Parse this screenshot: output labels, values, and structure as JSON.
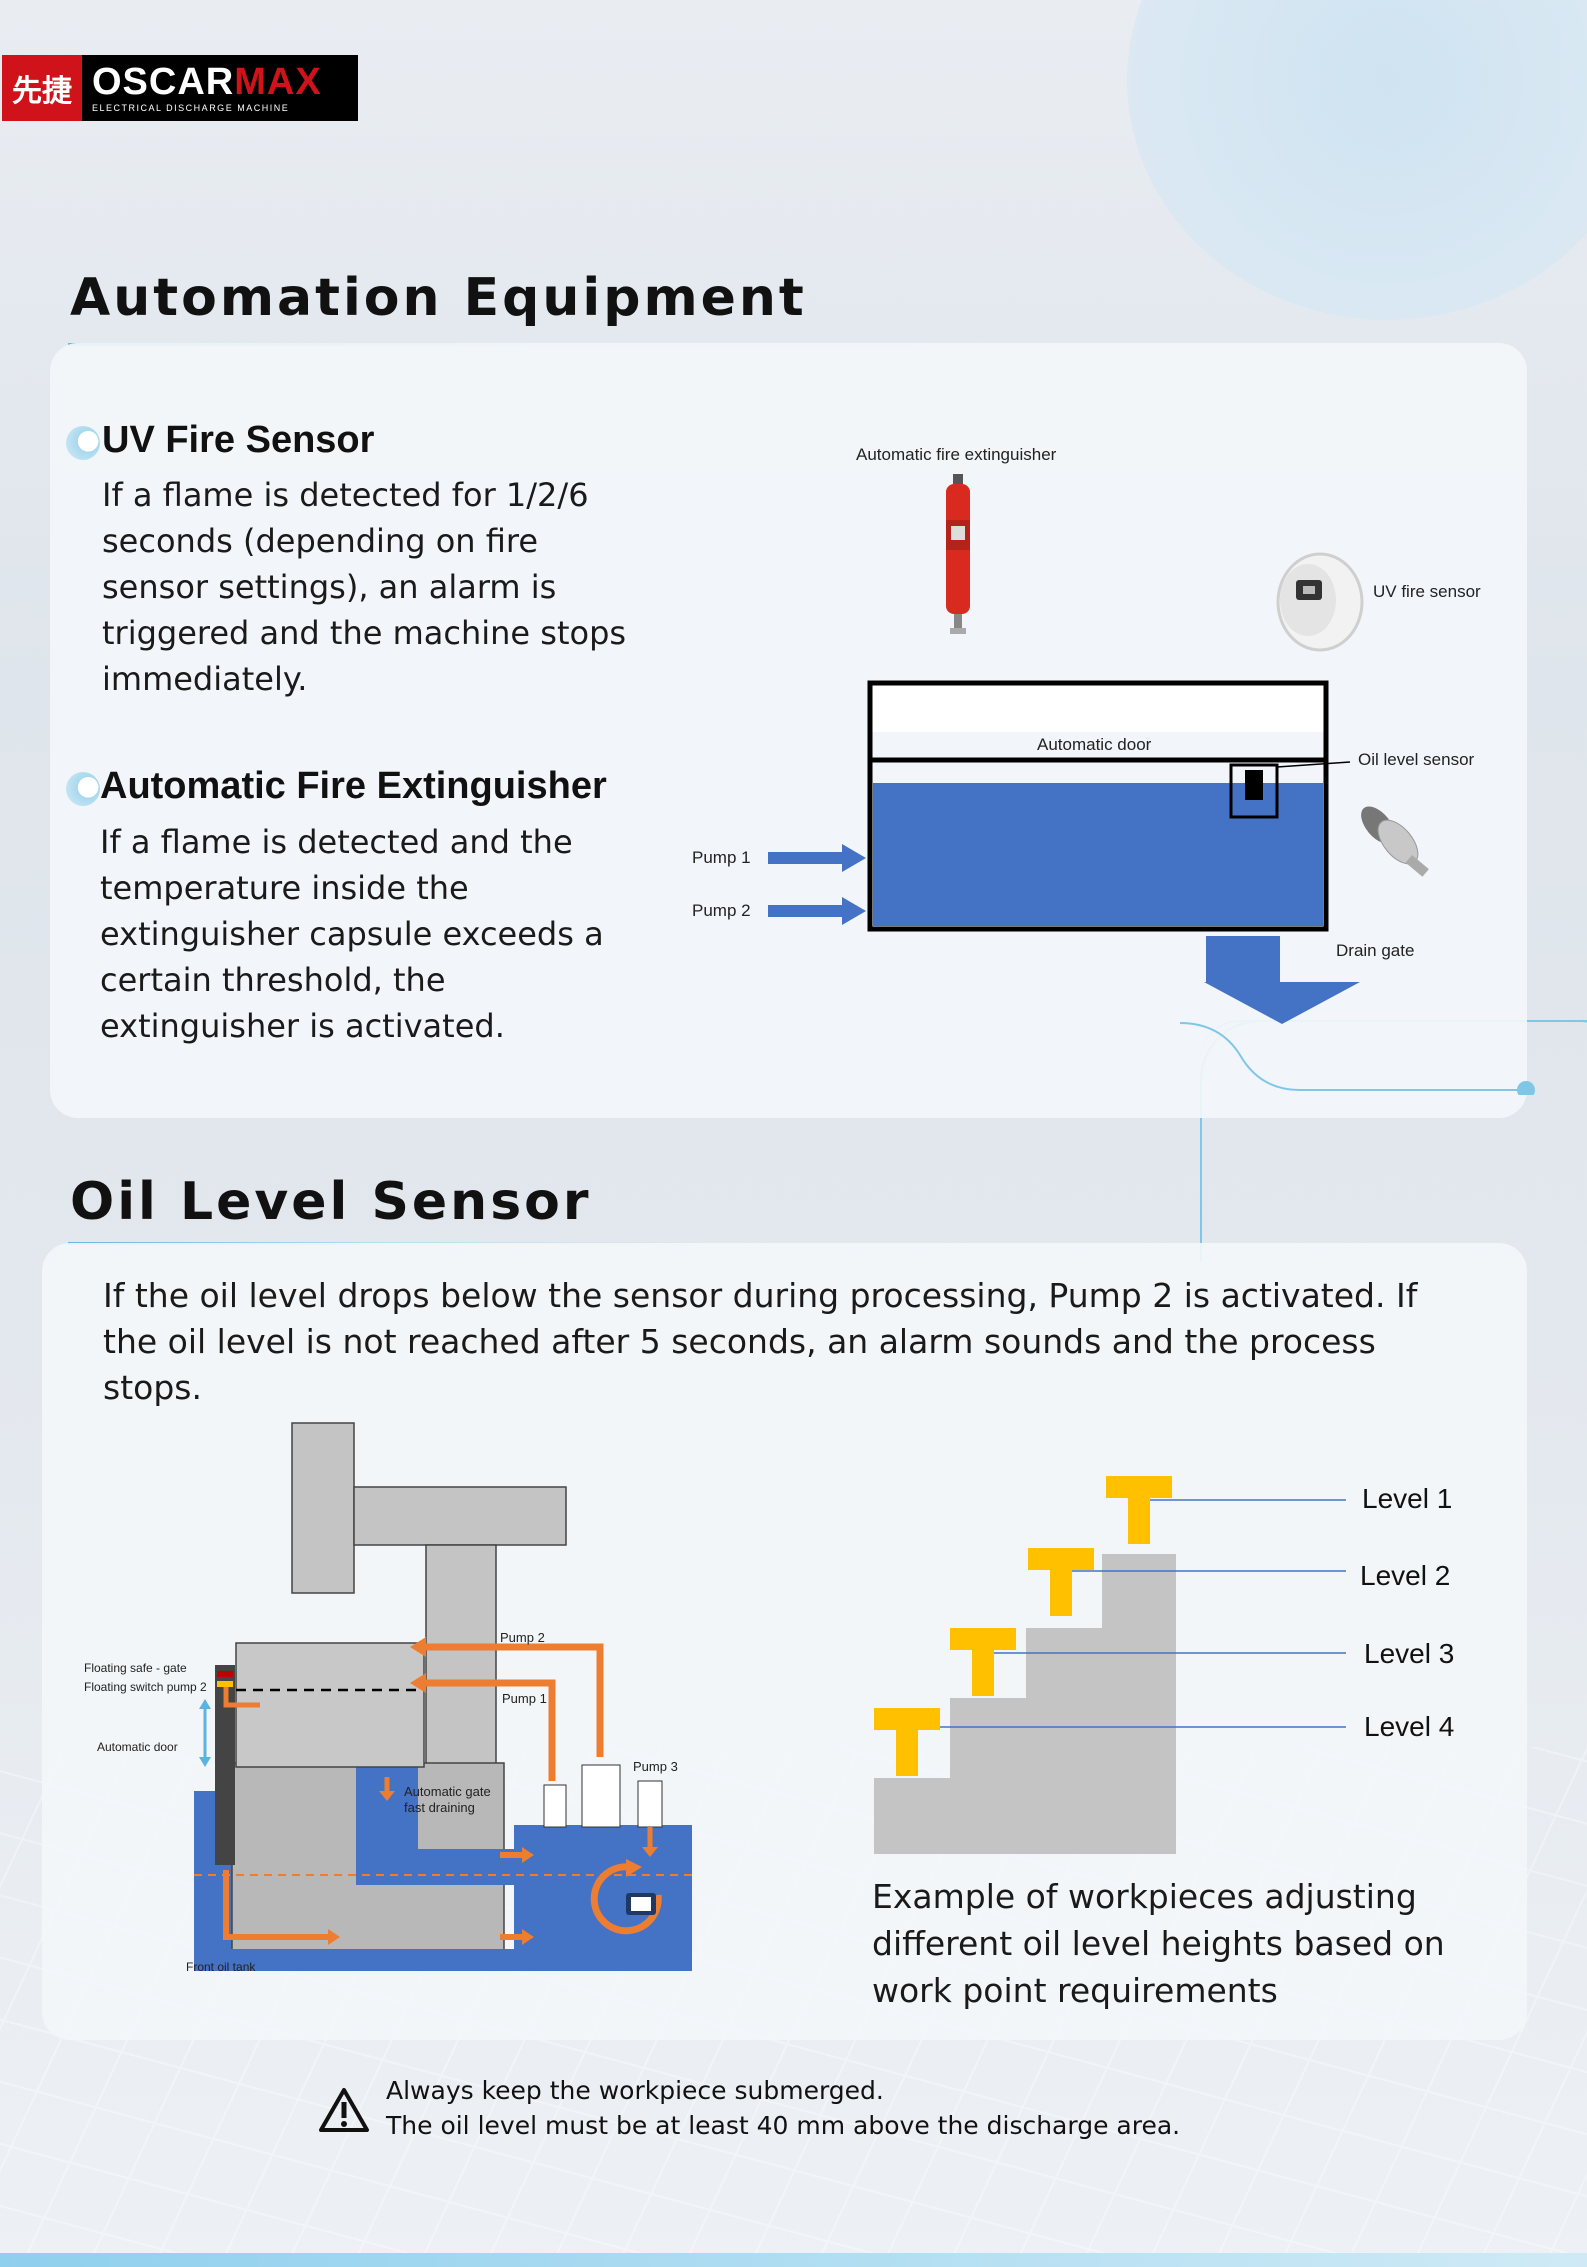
{
  "logo": {
    "chinese": "先捷",
    "brand_prefix": "OSCAR",
    "brand_suffix": "MAX",
    "tagline": "ELECTRICAL DISCHARGE MACHINE"
  },
  "automation": {
    "title": "Automation Equipment",
    "uv": {
      "title": "UV Fire Sensor",
      "lines": [
        "If a flame is detected for 1/2/6",
        "seconds (depending on fire",
        "sensor settings), an alarm is",
        "triggered and the machine stops",
        "immediately."
      ]
    },
    "ext": {
      "title": "Automatic Fire Extinguisher",
      "lines": [
        "If a flame is detected and the",
        "temperature inside the",
        "extinguisher capsule exceeds a",
        "certain threshold, the",
        "extinguisher is activated."
      ]
    },
    "diagram": {
      "auto_ext": "Automatic fire extinguisher",
      "uv_sensor": "UV fire sensor",
      "auto_door": "Automatic door",
      "oil_sensor": "Oil level sensor",
      "pump1": "Pump 1",
      "pump2": "Pump 2",
      "drain": "Drain gate"
    }
  },
  "oil": {
    "title": "Oil Level Sensor",
    "lines": [
      "If the oil level drops below the sensor during processing, Pump 2 is activated. If",
      "the oil level is not reached after 5 seconds, an alarm sounds and the process",
      "stops."
    ],
    "diagram": {
      "float_gate": "Floating safe - gate",
      "float_pump": "Floating switch pump 2",
      "auto_door": "Automatic door",
      "pump2": "Pump 2",
      "pump1": "Pump 1",
      "pump3": "Pump 3",
      "gate1": "Automatic gate",
      "gate2": "fast draining",
      "front_tank": "Front oil tank"
    },
    "levels": [
      "Level 1",
      "Level 2",
      "Level 3",
      "Level 4"
    ],
    "caption": [
      "Example of workpieces adjusting",
      "different oil level heights based on",
      "work point requirements"
    ]
  },
  "warning": {
    "line1": "Always keep the workpiece submerged.",
    "line2": "The oil level must be at least 40 mm above the discharge area."
  },
  "colors": {
    "oil_blue": "#4472c4",
    "arrow_orange": "#ed7d31",
    "level_yellow": "#ffc000",
    "accent_cyan": "#66b9dd"
  }
}
